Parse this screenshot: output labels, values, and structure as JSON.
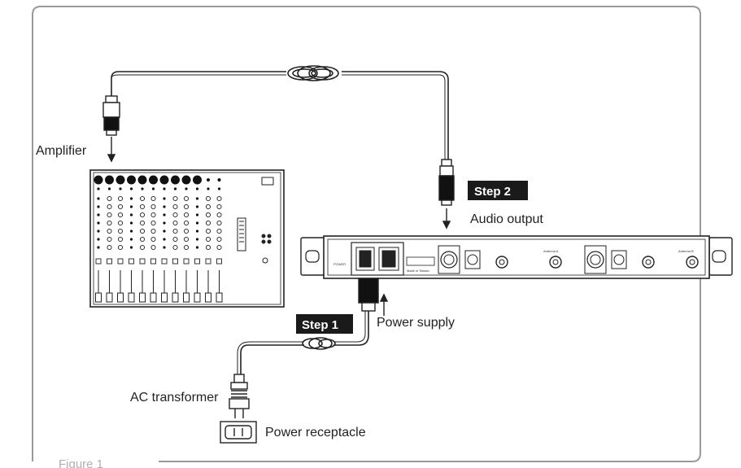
{
  "labels": {
    "amplifier": "Amplifier",
    "audio_output": "Audio output",
    "power_supply": "Power supply",
    "ac_transformer": "AC transformer",
    "power_receptacle": "Power receptacle"
  },
  "steps": {
    "step1": "Step 1",
    "step2": "Step 2"
  },
  "figure_caption": "Figure 1",
  "receiver_panel": {
    "power_label": "POWER",
    "made_in": "Made in Taiwan",
    "antenna_a": "Antenna A",
    "antenna_b": "Antenna B"
  },
  "colors": {
    "frame": "#9a9a9a",
    "step_badge": "#1a1a1a",
    "line": "#222222",
    "caption": "#b0b0b0"
  },
  "icons": [
    "xlr-plug-icon",
    "iec-plug-icon",
    "ac-plug-icon",
    "wall-outlet-icon",
    "arrow-down-icon",
    "arrow-up-icon"
  ]
}
